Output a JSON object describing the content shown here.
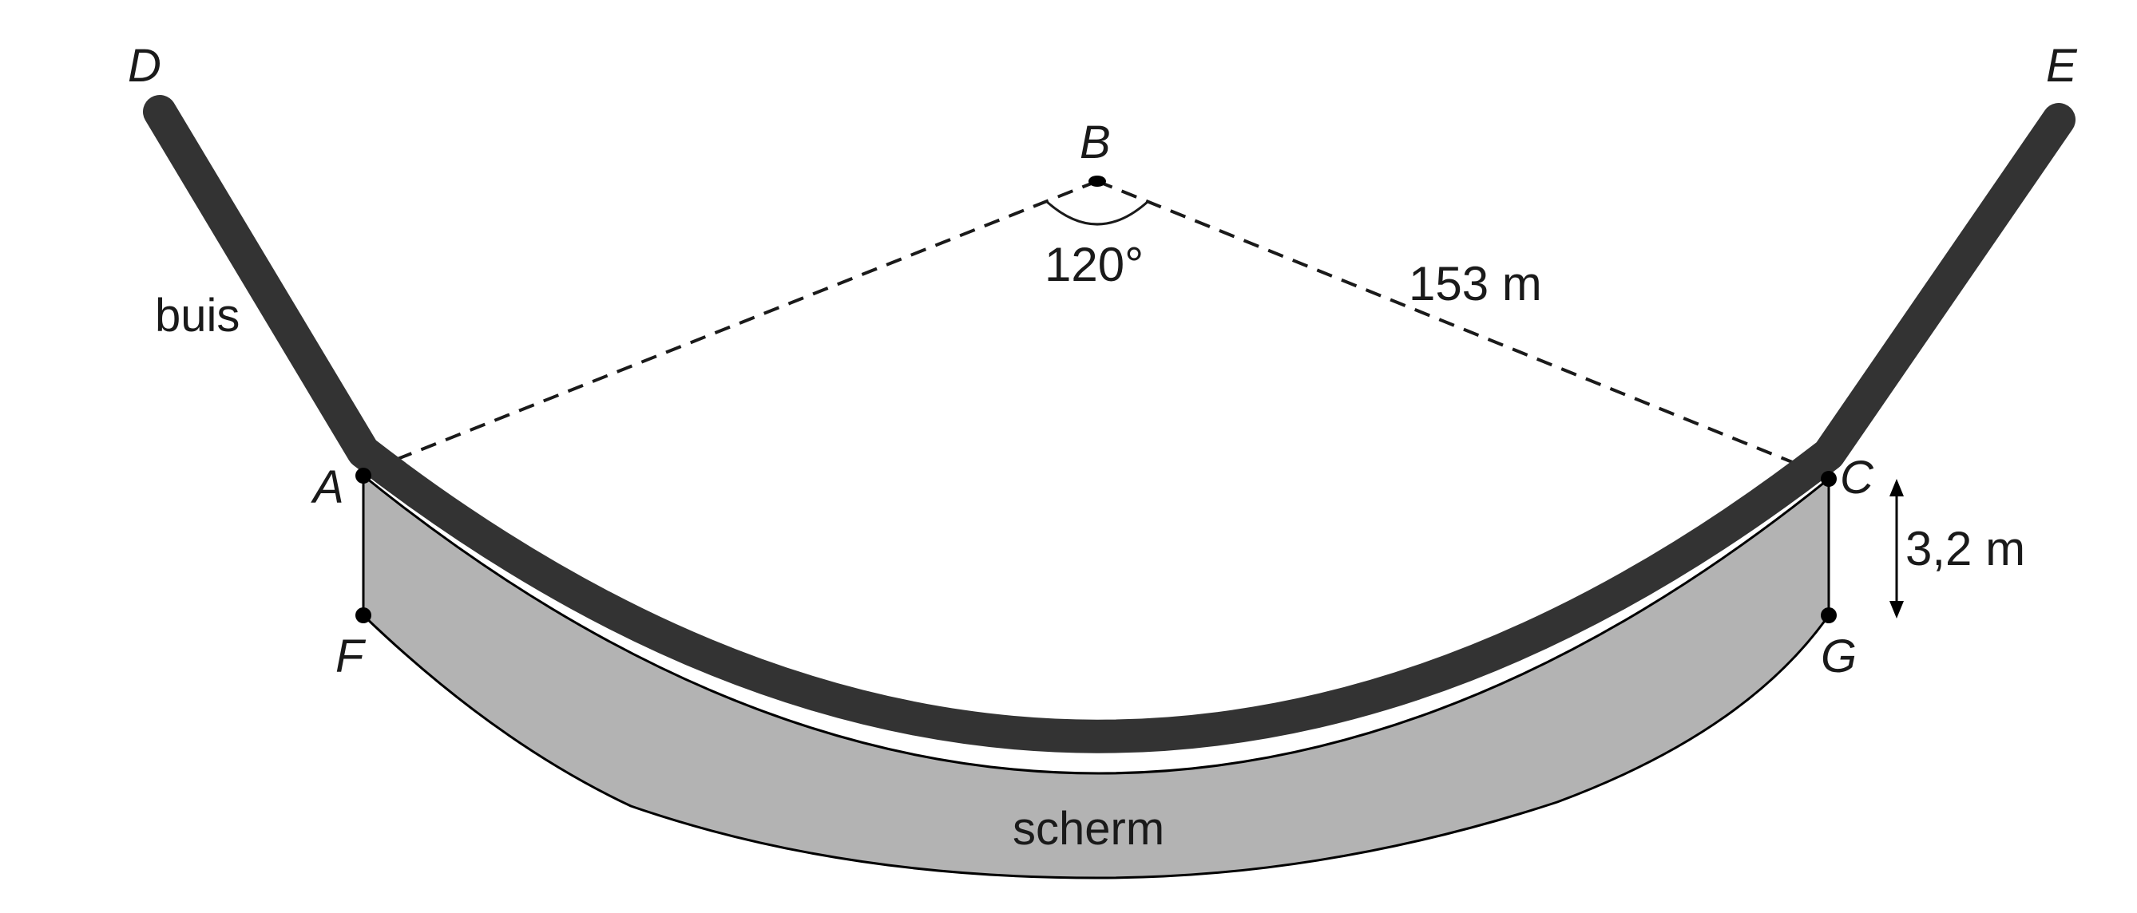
{
  "points": {
    "A": "A",
    "B": "B",
    "C": "C",
    "D": "D",
    "E": "E",
    "F": "F",
    "G": "G"
  },
  "labels": {
    "pipe": "buis",
    "screen": "scherm",
    "angle": "120°",
    "radius": "153 m",
    "height": "3,2 m"
  },
  "colors": {
    "pipe": "#333333",
    "screen": "#b3b3b3",
    "ink": "#1a1a1a",
    "background": "#ffffff"
  }
}
